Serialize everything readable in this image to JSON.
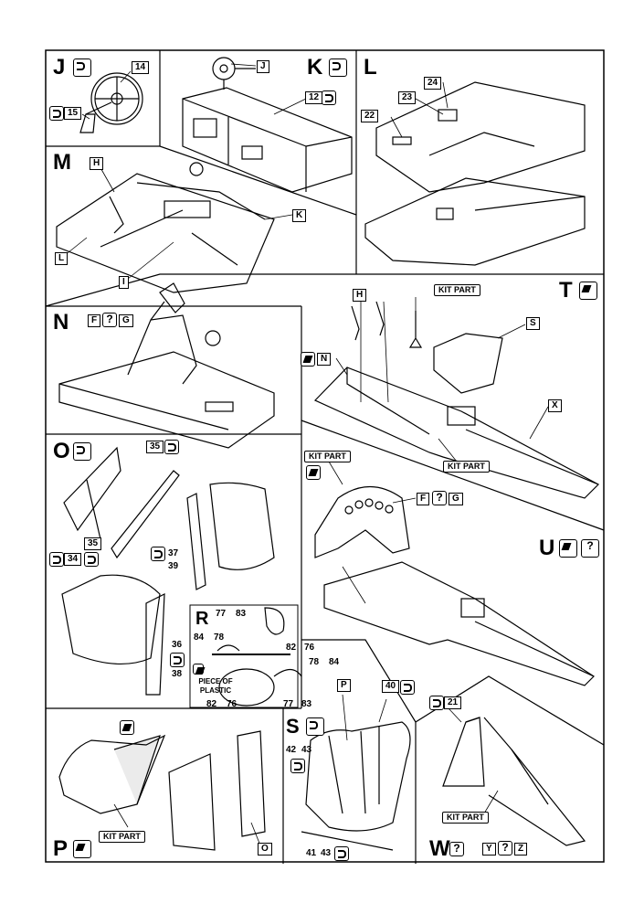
{
  "steps": {
    "J": {
      "letter": "J",
      "parts": [
        "14",
        "15"
      ],
      "ref": "J"
    },
    "K": {
      "letter": "K",
      "parts": [
        "12"
      ]
    },
    "L": {
      "letter": "L",
      "parts": [
        "22",
        "23",
        "24"
      ]
    },
    "M": {
      "letter": "M",
      "refs": [
        "H",
        "K",
        "L",
        "I"
      ]
    },
    "N": {
      "letter": "N",
      "refs": [
        "F",
        "G"
      ]
    },
    "O": {
      "letter": "O",
      "parts": [
        "35",
        "35",
        "34",
        "37",
        "39",
        "36",
        "38"
      ]
    },
    "P": {
      "letter": "P",
      "refs": [
        "O"
      ],
      "kit_part": "KIT PART"
    },
    "R": {
      "letter": "R",
      "parts": [
        "77",
        "83",
        "84",
        "78",
        "82",
        "76",
        "78",
        "84",
        "82",
        "76",
        "77",
        "83"
      ],
      "piece_of_plastic": "PIECE OF PLASTIC"
    },
    "S": {
      "letter": "S",
      "parts": [
        "40",
        "42",
        "43",
        "41",
        "43"
      ],
      "refs": [
        "P"
      ]
    },
    "T": {
      "letter": "T",
      "refs": [
        "H",
        "S",
        "N",
        "X"
      ],
      "kit_part_top": "KIT PART",
      "kit_part_bottom": "KIT PART"
    },
    "U": {
      "letter": "U",
      "refs": [
        "F",
        "G"
      ],
      "kit_part": "KIT PART"
    },
    "W": {
      "letter": "W",
      "parts": [
        "21"
      ],
      "refs": [
        "Y",
        "Z"
      ],
      "kit_part": "KIT PART"
    }
  }
}
